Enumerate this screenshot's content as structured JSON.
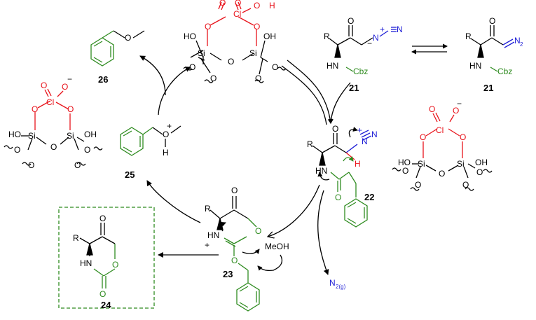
{
  "colors": {
    "black": "#000000",
    "red": "#e8131b",
    "green": "#2e8b1f",
    "blue": "#1f1fd6",
    "box": "#2e8b1f"
  },
  "atoms": {
    "o": "O",
    "h": "H",
    "oh": "OH",
    "ho": "HO",
    "si": "Si",
    "cl": "Cl",
    "r": "R",
    "n": "N",
    "hn": "HN",
    "hn_plus": "HN",
    "cbz": "Cbz",
    "o_me": "O",
    "meoh": "MeOH",
    "minus": "−",
    "plus": "+",
    "n2_gas": "N",
    "n2_sub": "2(g)",
    "n2": "N",
    "n2_sub2": "2"
  },
  "compounds": {
    "c21a": "21",
    "c21b": "21",
    "c22": "22",
    "c23": "23",
    "c24": "24",
    "c25": "25",
    "c26": "26"
  },
  "icons": [
    "equilibrium-arrow-icon",
    "catalytic-cycle-arrow-icon",
    "reaction-arrow-icon",
    "curved-electron-arrow-icon"
  ]
}
